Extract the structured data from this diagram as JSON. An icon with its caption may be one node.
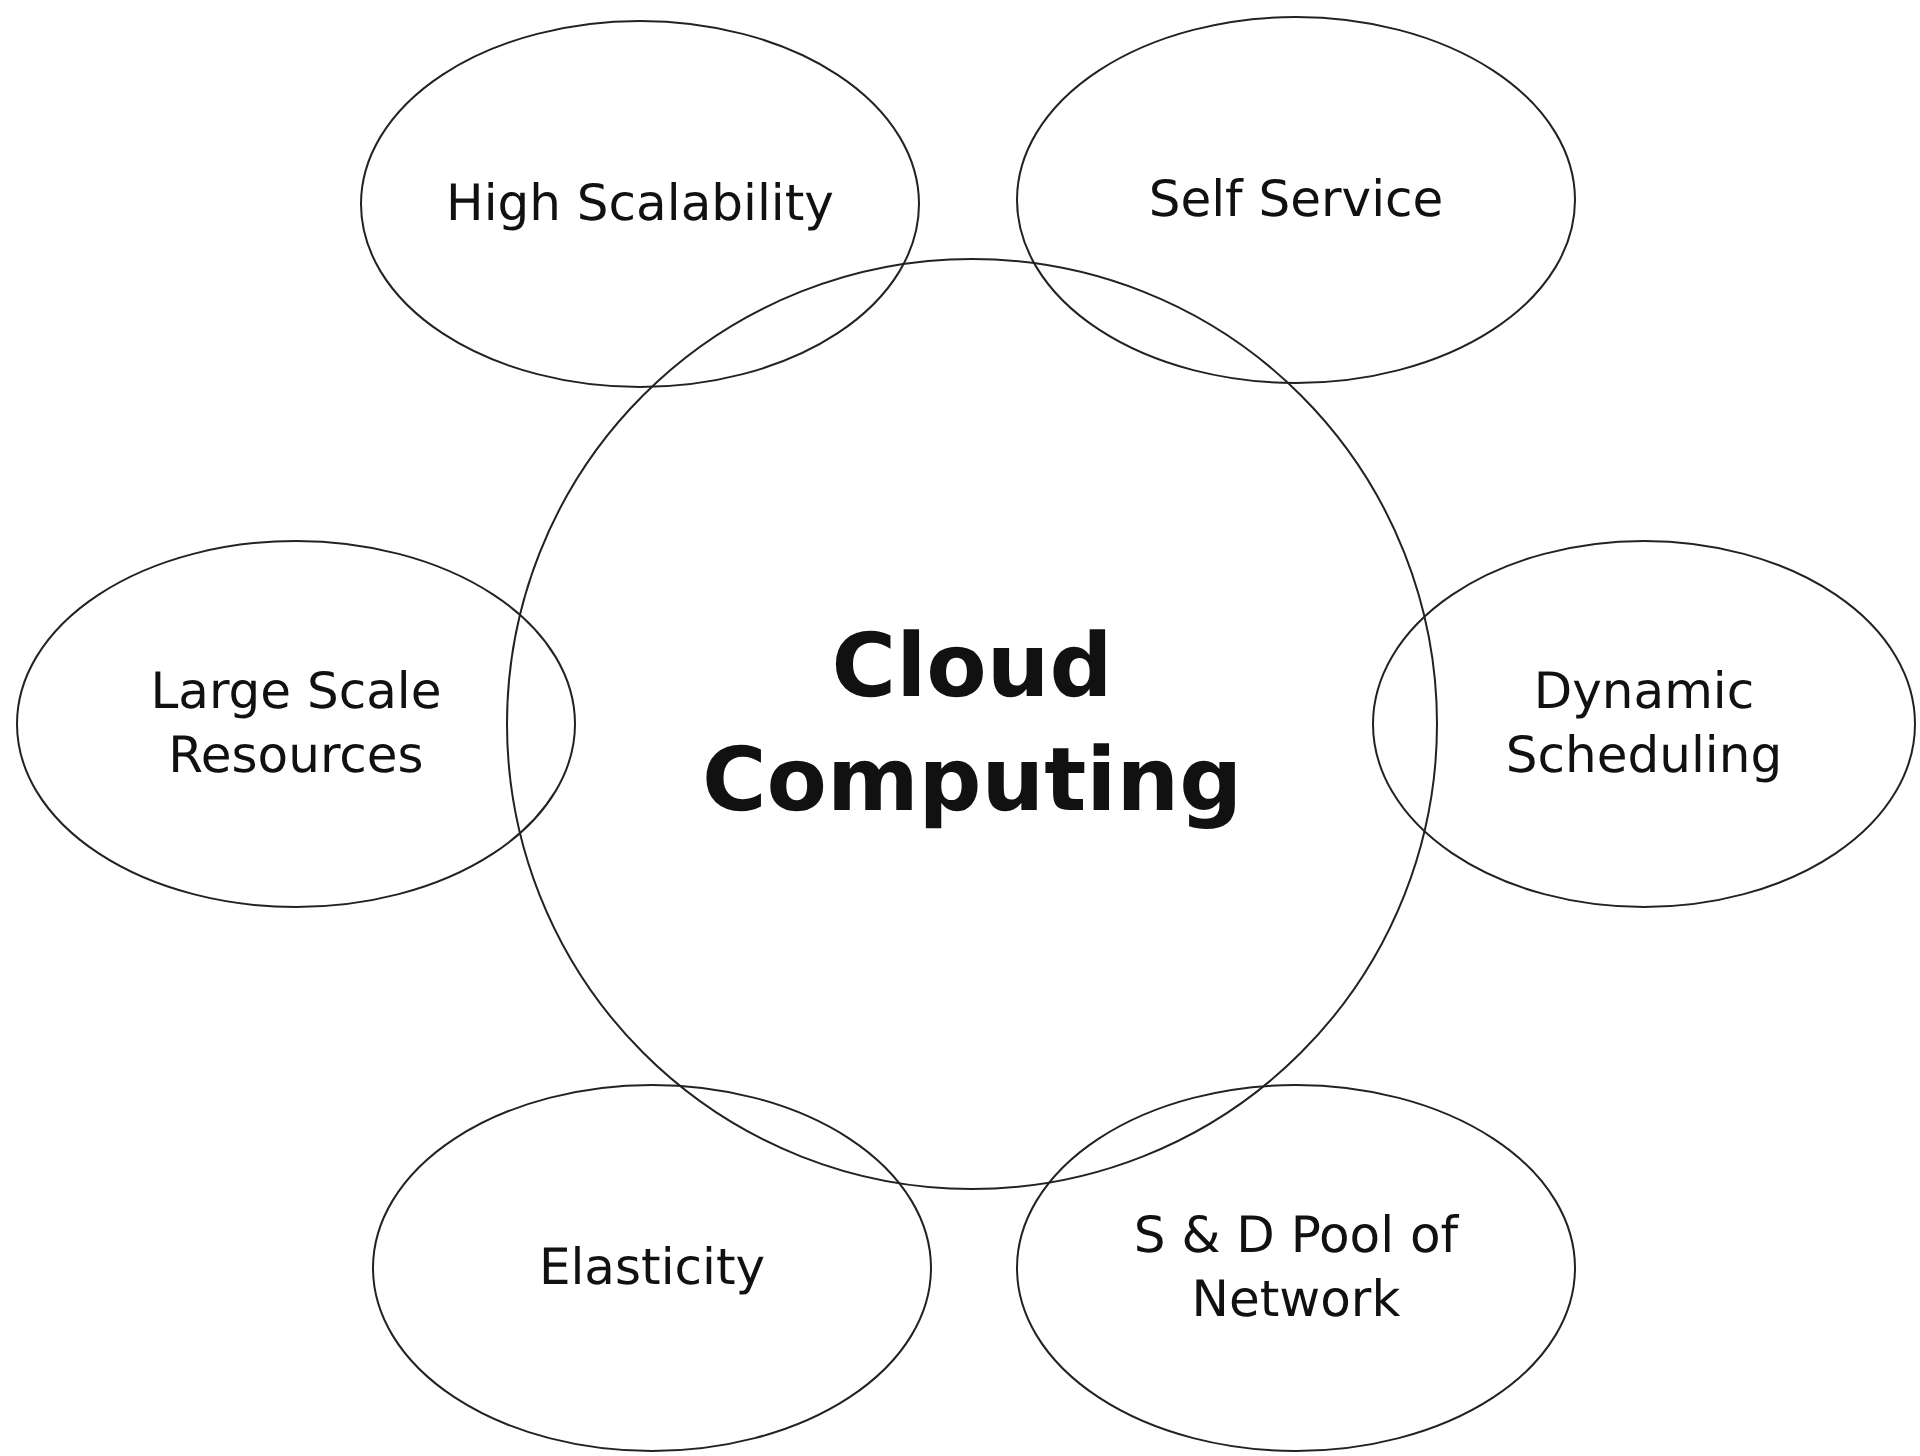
{
  "diagram": {
    "nodes": [
      {
        "text": [
          "Cloud Computing"
        ]
      },
      {
        "text": [
          "High Scalability"
        ]
      },
      {
        "text": [
          "Self Service"
        ]
      },
      {
        "text": [
          "Large Scale Resources"
        ]
      },
      {
        "text": [
          "Dynamic Scheduling"
        ]
      },
      {
        "text": [
          "Elasticity"
        ]
      },
      {
        "text": [
          "S & D Pool of Network"
        ]
      }
    ]
  }
}
